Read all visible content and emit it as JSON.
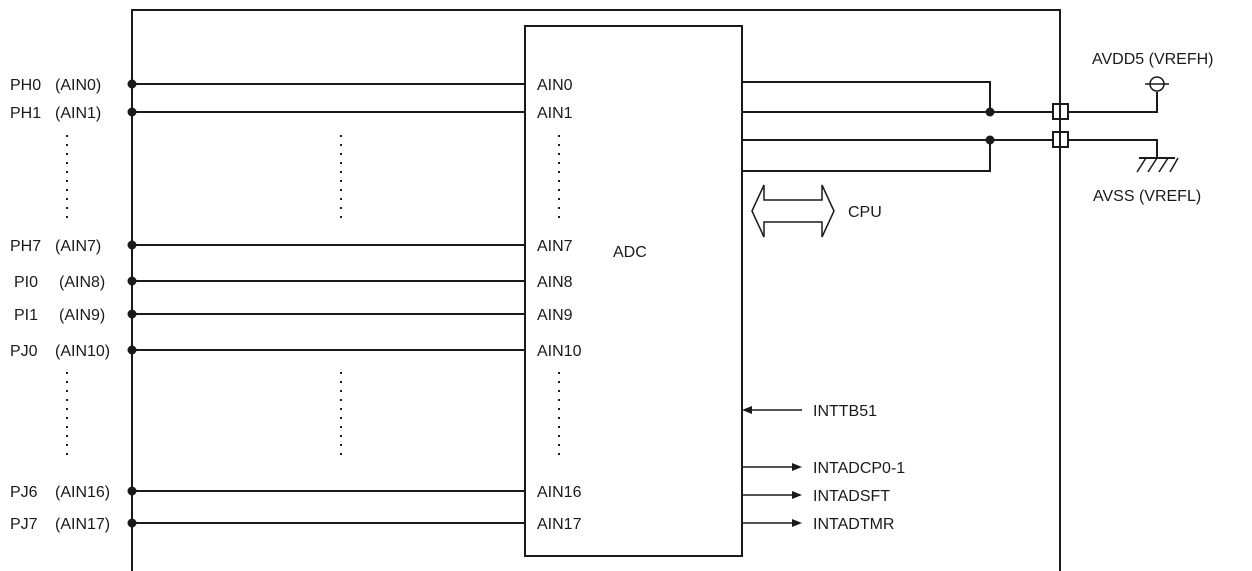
{
  "pins": [
    {
      "port": "PH0",
      "ain": "(AIN0)",
      "adc": "AIN0"
    },
    {
      "port": "PH1",
      "ain": "(AIN1)",
      "adc": "AIN1"
    },
    {
      "port": "PH7",
      "ain": "(AIN7)",
      "adc": "AIN7"
    },
    {
      "port": "PI0",
      "ain": "(AIN8)",
      "adc": "AIN8"
    },
    {
      "port": "PI1",
      "ain": "(AIN9)",
      "adc": "AIN9"
    },
    {
      "port": "PJ0",
      "ain": "(AIN10)",
      "adc": "AIN10"
    },
    {
      "port": "PJ6",
      "ain": "(AIN16)",
      "adc": "AIN16"
    },
    {
      "port": "PJ7",
      "ain": "(AIN17)",
      "adc": "AIN17"
    }
  ],
  "adc_label": "ADC",
  "cpu_label": "CPU",
  "avdd_label": "AVDD5 (VREFH)",
  "avss_label": "AVSS (VREFL)",
  "input_signals": [
    "INTTB51"
  ],
  "output_signals": [
    "INTADCP0-1",
    "INTADSFT",
    "INTADTMR"
  ]
}
